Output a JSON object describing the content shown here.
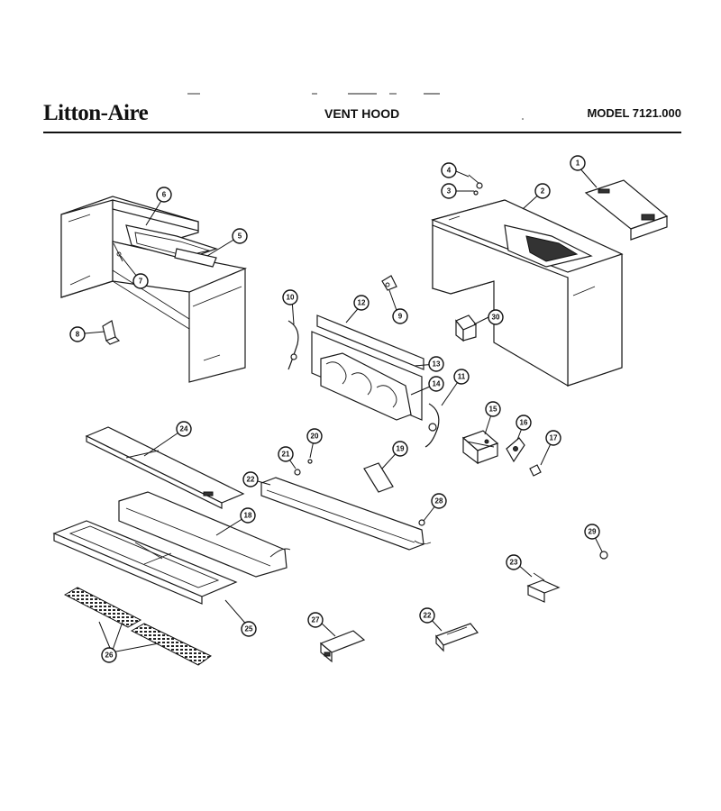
{
  "header": {
    "brand": "Litton-Aire",
    "title": "VENT HOOD",
    "model": "MODEL 7121.000"
  },
  "callouts": [
    {
      "label": "1"
    },
    {
      "label": "2"
    },
    {
      "label": "4"
    },
    {
      "label": "3"
    },
    {
      "label": "6"
    },
    {
      "label": "5"
    },
    {
      "label": "7"
    },
    {
      "label": "8"
    },
    {
      "label": "9"
    },
    {
      "label": "10"
    },
    {
      "label": "12"
    },
    {
      "label": "13"
    },
    {
      "label": "14"
    },
    {
      "label": "11"
    },
    {
      "label": "30"
    },
    {
      "label": "15"
    },
    {
      "label": "16"
    },
    {
      "label": "17"
    },
    {
      "label": "24"
    },
    {
      "label": "20"
    },
    {
      "label": "21"
    },
    {
      "label": "19"
    },
    {
      "label": "22"
    },
    {
      "label": "28"
    },
    {
      "label": "18"
    },
    {
      "label": "29"
    },
    {
      "label": "23"
    },
    {
      "label": "25"
    },
    {
      "label": "27"
    },
    {
      "label": "22"
    },
    {
      "label": "26"
    }
  ]
}
